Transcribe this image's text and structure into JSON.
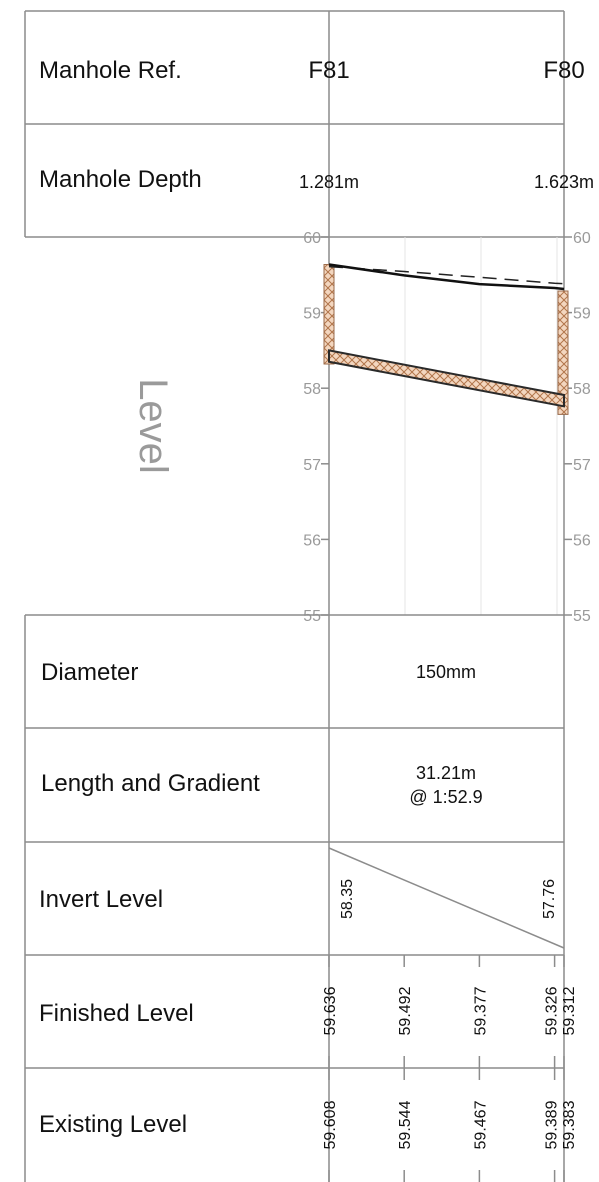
{
  "header": {
    "manhole_ref_label": "Manhole Ref.",
    "manhole_depth_label": "Manhole Depth",
    "manholes": [
      {
        "ref": "F81",
        "depth": "1.281m"
      },
      {
        "ref": "F80",
        "depth": "1.623m"
      }
    ]
  },
  "axis": {
    "title": "Level",
    "ticks": [
      "60",
      "59",
      "58",
      "57",
      "56",
      "55"
    ]
  },
  "rows": {
    "diameter_label": "Diameter",
    "diameter_value": "150mm",
    "length_gradient_label": "Length and Gradient",
    "length_value": "31.21m",
    "gradient_value": "@ 1:52.9",
    "invert_label": "Invert Level",
    "invert_start": "58.35",
    "invert_end": "57.76",
    "finished_label": "Finished Level",
    "finished_values": [
      "59.636",
      "59.492",
      "59.377",
      "59.326",
      "59.312"
    ],
    "existing_label": "Existing Level",
    "existing_values": [
      "59.608",
      "59.544",
      "59.467",
      "59.389",
      "59.383"
    ]
  },
  "chart_data": {
    "type": "line",
    "ylim": [
      55,
      60
    ],
    "ylabel": "Level",
    "x": [
      0,
      0.32,
      0.64,
      0.96,
      1.0
    ],
    "series": [
      {
        "values": [
          59.636,
          59.492,
          59.377,
          59.326,
          59.312
        ]
      },
      {
        "values": [
          59.608,
          59.544,
          59.467,
          59.389,
          59.383
        ]
      }
    ],
    "pipe": {
      "invert_start": 58.35,
      "invert_end": 57.76,
      "diameter_m": 0.15
    }
  },
  "colors": {
    "grid": "#e4e4e4",
    "line": "#8c8c8c",
    "pipe_fill": "#e8b89a",
    "pipe_stroke": "#b2764c",
    "manhole_fill": "#f1d0b6"
  }
}
